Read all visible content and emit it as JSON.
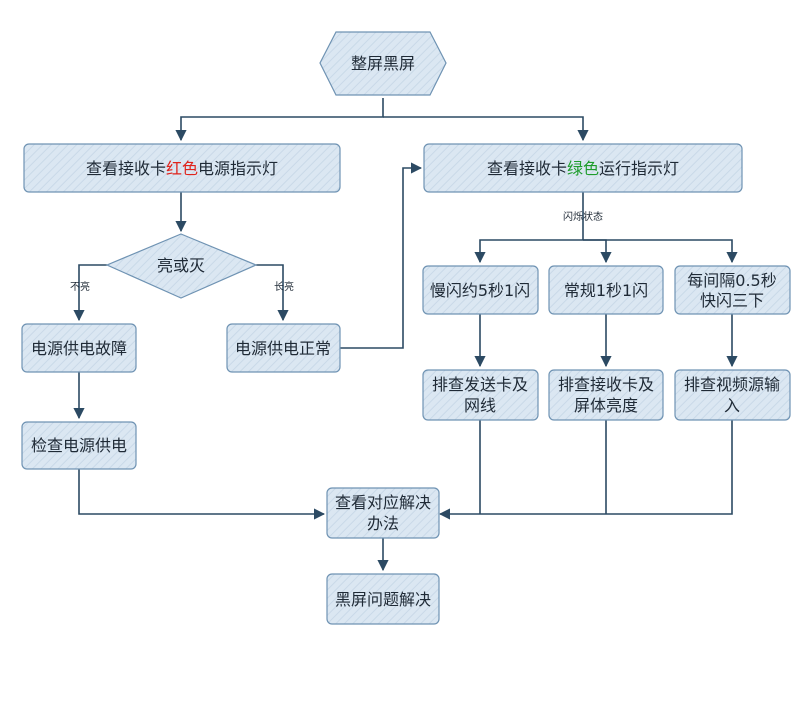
{
  "colors": {
    "box_fill": "#dbe7f2",
    "box_stroke": "#6f93b3",
    "line": "#2c4a63",
    "text": "#1f2a36",
    "red_highlight": "#e0231b",
    "green_highlight": "#1e9c2c"
  },
  "nodes": {
    "start": {
      "text": "整屏黑屏"
    },
    "check_red": {
      "prefix": "查看接收卡",
      "highlight": "红色",
      "suffix": "电源指示灯"
    },
    "decision": {
      "text": "亮或灭"
    },
    "power_fault": {
      "text": "电源供电故障"
    },
    "check_power": {
      "text": "检查电源供电"
    },
    "power_normal": {
      "text": "电源供电正常"
    },
    "check_green": {
      "prefix": "查看接收卡",
      "highlight": "绿色",
      "suffix": "运行指示灯"
    },
    "slow_flash": {
      "text": "慢闪约5秒1闪"
    },
    "normal_flash": {
      "text": "常规1秒1闪"
    },
    "fast_flash": {
      "line1": "每间隔0.5秒",
      "line2": "快闪三下"
    },
    "check_sender": {
      "line1": "排查发送卡及",
      "line2": "网线"
    },
    "check_receiver": {
      "line1": "排查接收卡及",
      "line2": "屏体亮度"
    },
    "check_video": {
      "line1": "排查视频源输",
      "line2": "入"
    },
    "solution": {
      "line1": "查看对应解决",
      "line2": "办法"
    },
    "resolved": {
      "text": "黑屏问题解决"
    }
  },
  "edge_labels": {
    "off": "不亮",
    "on": "长亮",
    "flash_state": "闪烁状态"
  }
}
